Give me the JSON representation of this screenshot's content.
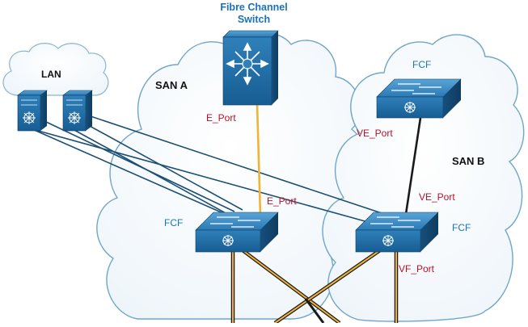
{
  "colors": {
    "switch_blue": "#1f6fa8",
    "cloud_stroke": "#6fa6c9",
    "ethernet_link": "#1c4f73",
    "fc_link": "#f2b233",
    "fcoe_link": "#1a1a1a",
    "port_label": "#b5122a",
    "title_label": "#1a73b8"
  },
  "labels": {
    "fc_switch_line1": "Fibre Channel",
    "fc_switch_line2": "Switch",
    "lan": "LAN",
    "san_a": "SAN A",
    "san_b": "SAN B",
    "fcf_top": "FCF",
    "fcf_left": "FCF",
    "fcf_right": "FCF",
    "e_port_upper": "E_Port",
    "e_port_lower": "E_Port",
    "ve_port_upper": "VE_Port",
    "ve_port_lower": "VE_Port",
    "vf_port": "VF_Port"
  },
  "icons": [
    "cloud-icon",
    "fibre-channel-switch-icon",
    "fcf-switch-icon",
    "lan-switch-icon"
  ]
}
